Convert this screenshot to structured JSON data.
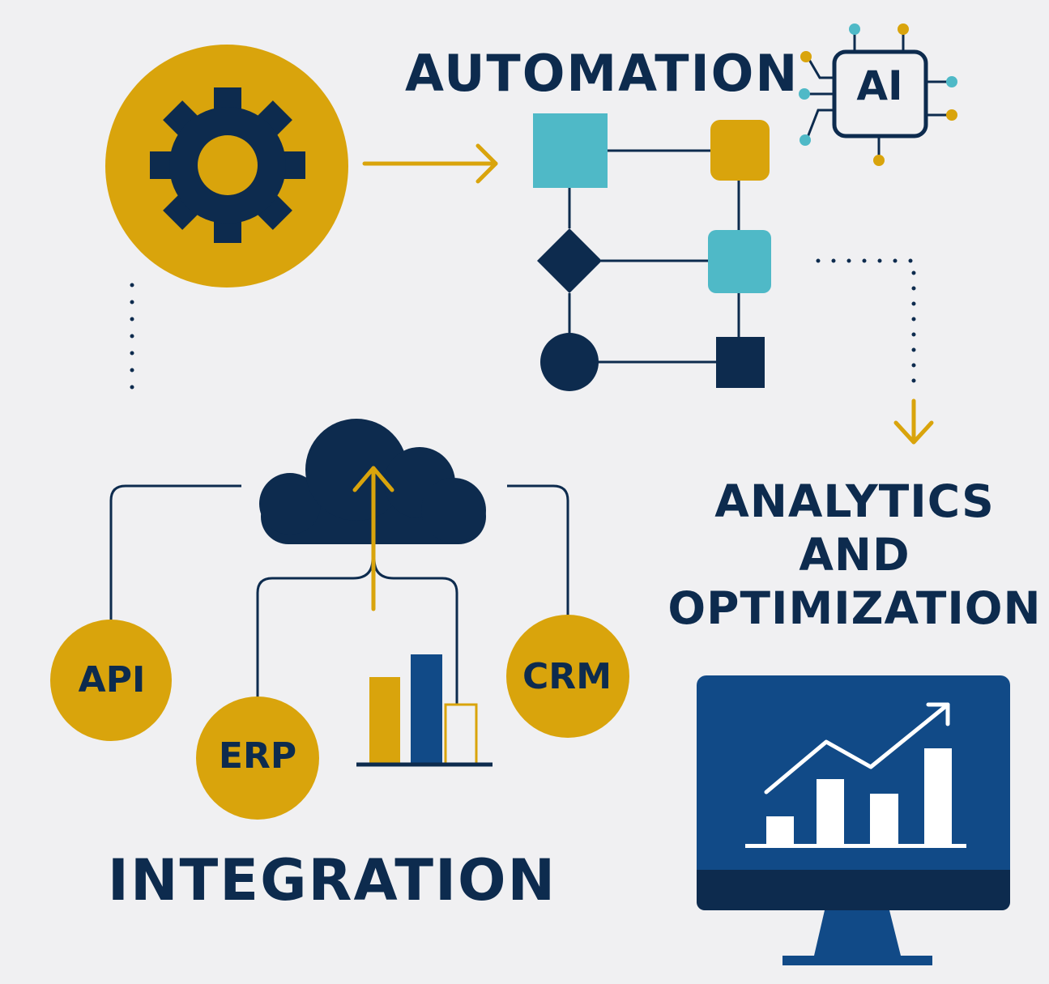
{
  "colors": {
    "background": "#f0f0f2",
    "navy": "#0d2b4e",
    "gold": "#d9a40c",
    "teal": "#4fb9c7",
    "monitor_blue": "#114a87"
  },
  "labels": {
    "automation": "AUTOMATION",
    "ai": "AI",
    "analytics_line1": "ANALYTICS",
    "analytics_line2": "AND",
    "analytics_line3": "OPTIMIZATION",
    "integration": "INTEGRATION",
    "api": "API",
    "erp": "ERP",
    "crm": "CRM"
  },
  "icons": {
    "gear": "gear-icon",
    "ai_chip": "ai-chip-icon",
    "flowchart": "flowchart-icon",
    "cloud": "cloud-icon",
    "bar_chart": "bar-chart-icon",
    "monitor": "monitor-icon",
    "trend_arrow": "trend-arrow-icon"
  }
}
